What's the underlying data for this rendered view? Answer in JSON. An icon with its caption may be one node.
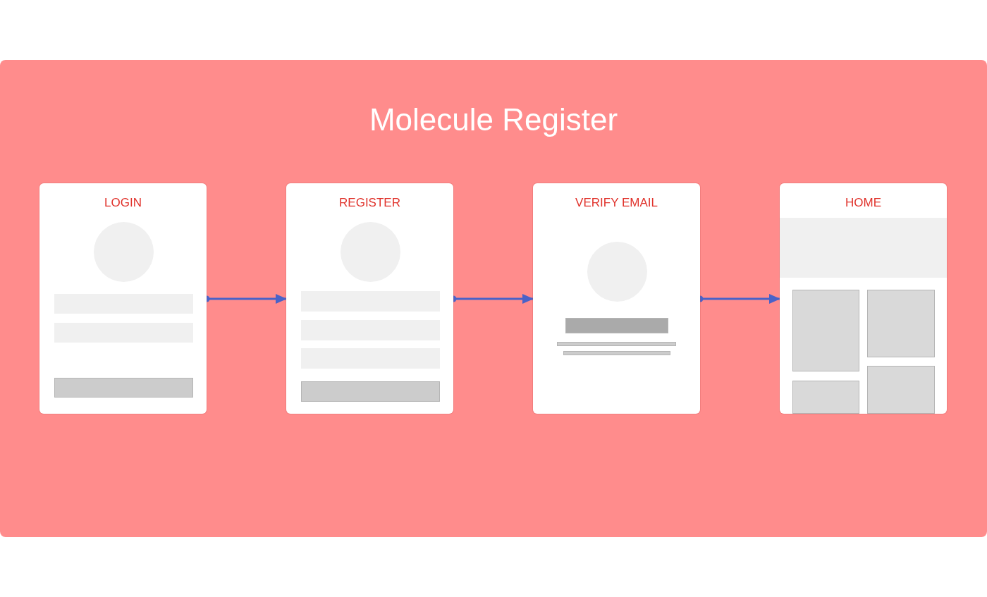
{
  "diagram": {
    "title": "Molecule Register",
    "nodes": [
      {
        "text": [
          "LOGIN"
        ]
      },
      {
        "text": [
          "REGISTER"
        ]
      },
      {
        "text": [
          "VERIFY EMAIL"
        ]
      },
      {
        "text": [
          "HOME"
        ]
      }
    ],
    "edges": [
      {
        "from": 0,
        "to": 1,
        "arrow": "to"
      },
      {
        "from": 1,
        "to": 2,
        "arrow": "to"
      },
      {
        "from": 2,
        "to": 3,
        "arrow": "to"
      }
    ]
  }
}
